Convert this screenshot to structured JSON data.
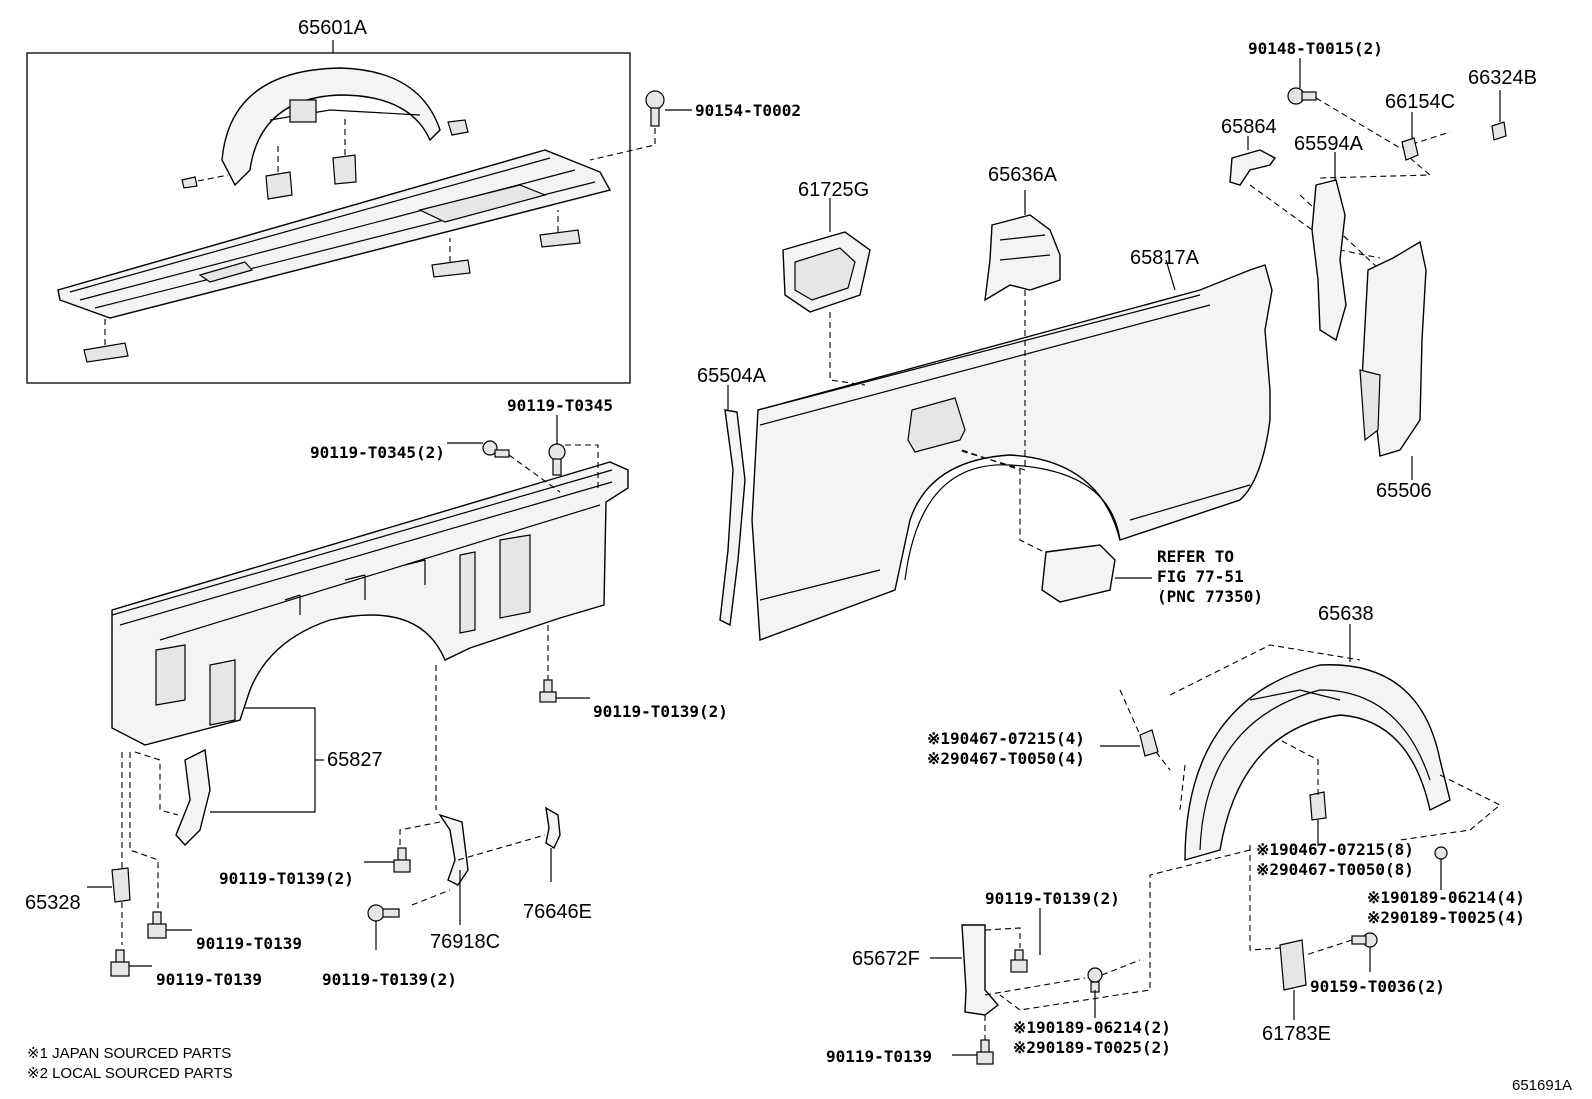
{
  "diagram_id": "651691A",
  "labels": {
    "p65601A": "65601A",
    "p90154_T0002": "90154-T0002",
    "p90119_T0345": "90119-T0345",
    "p90119_T0345_2": "90119-T0345(2)",
    "p90119_T0139_2a": "90119-T0139(2)",
    "p65827": "65827",
    "p90119_T0139_2b": "90119-T0139(2)",
    "p65328": "65328",
    "p90119_T0139a": "90119-T0139",
    "p90119_T0139b": "90119-T0139",
    "p90119_T0139_2c": "90119-T0139(2)",
    "p76918C": "76918C",
    "p76646E": "76646E",
    "p61725G": "61725G",
    "p65636A": "65636A",
    "p65817A": "65817A",
    "p65504A": "65504A",
    "p90148_T0015_2": "90148-T0015(2)",
    "p65864": "65864",
    "p66154C": "66154C",
    "p66324B": "66324B",
    "p65594A": "65594A",
    "p65506": "65506",
    "refer_line1": "REFER TO",
    "refer_line2": "FIG 77-51",
    "refer_line3": "(PNC 77350)",
    "p65638": "65638",
    "p90467_07215_4": "※190467-07215(4)",
    "p90467_T0050_4": "※290467-T0050(4)",
    "p90467_07215_8": "※190467-07215(8)",
    "p90467_T0050_8": "※290467-T0050(8)",
    "p90189_06214_4": "※190189-06214(4)",
    "p90189_T0025_4": "※290189-T0025(4)",
    "p90119_T0139_2d": "90119-T0139(2)",
    "p65672F": "65672F",
    "p90189_06214_2": "※190189-06214(2)",
    "p90189_T0025_2": "※290189-T0025(2)",
    "p90119_T0139c": "90119-T0139",
    "p90159_T0036_2": "90159-T0036(2)",
    "p61783E": "61783E"
  },
  "notes": {
    "note1": "※1 JAPAN SOURCED PARTS",
    "note2": "※2 LOCAL SOURCED PARTS"
  }
}
